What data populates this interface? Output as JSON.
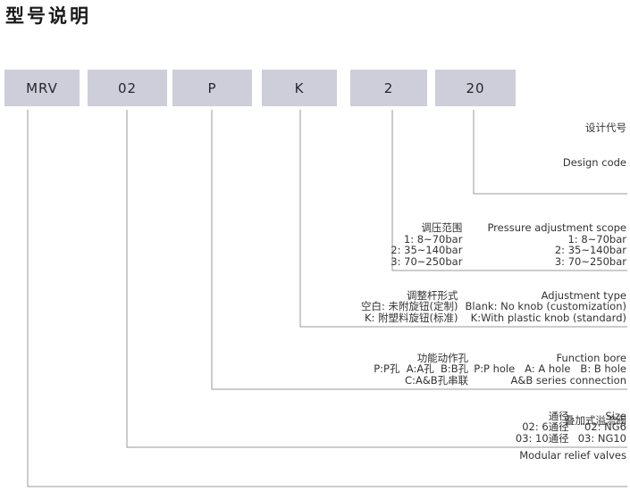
{
  "title": "型号说明",
  "colors": {
    "box_bg": "#cdced9",
    "line": "#9a9aa2",
    "text": "#333333",
    "title": "#1a1a1a"
  },
  "model_code_boxes": [
    {
      "label": "MRV"
    },
    {
      "label": "02"
    },
    {
      "label": "P"
    },
    {
      "label": "K"
    },
    {
      "label": "2"
    },
    {
      "label": "20"
    }
  ],
  "annotations": {
    "design_code": {
      "cn": "设计代号",
      "en": "Design code"
    },
    "pressure": {
      "rows": [
        {
          "cn": "调压范围",
          "en": "Pressure adjustment scope"
        },
        {
          "cn": "1: 8~70bar",
          "en": "1: 8~70bar"
        },
        {
          "cn": "2: 35~140bar",
          "en": "2: 35~140bar"
        },
        {
          "cn": "3: 70~250bar",
          "en": "3: 70~250bar"
        }
      ]
    },
    "adjustment": {
      "rows": [
        {
          "cn": "调整杆形式",
          "en": "Adjustment type"
        },
        {
          "cn": "空白: 未附旋钮(定制)",
          "en": "Blank: No knob (customization)"
        },
        {
          "cn": "K: 附塑料旋钮(标准)",
          "en": "K:With plastic knob (standard)"
        }
      ]
    },
    "function_bore": {
      "rows": [
        {
          "cn": "功能动作孔",
          "en": "Function bore"
        },
        {
          "cn": "P:P孔  A:A孔  B:B孔",
          "en": "P:P hole   A: A hole   B: B hole"
        },
        {
          "cn": "C:A&B孔串联",
          "en": "A&B series connection"
        }
      ]
    },
    "size": {
      "rows": [
        {
          "cn": "通径",
          "en": "Size"
        },
        {
          "cn": "02: 6通径",
          "en": "02: NG6"
        },
        {
          "cn": "03: 10通径",
          "en": "03: NG10"
        }
      ]
    },
    "modular": {
      "cn": "叠加式溢流阀",
      "en": "Modular relief valves"
    }
  }
}
